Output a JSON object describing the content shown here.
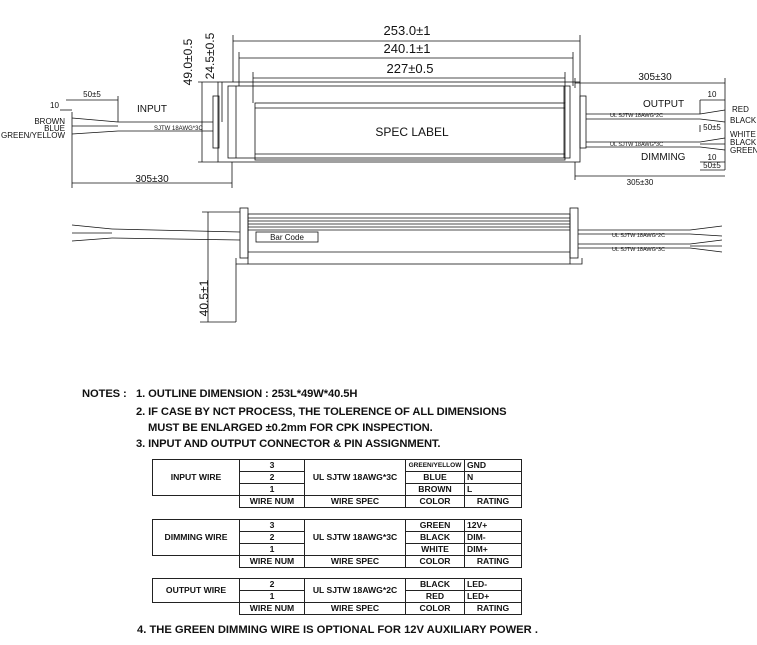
{
  "dimensions": {
    "total_length": "253.0±1",
    "mid_length": "240.1±1",
    "label_length": "227±0.5",
    "width": "49.0±0.5",
    "half_width": "24.5±0.5",
    "height": "40.5±1",
    "input_lead": "305±30",
    "output_lead_top": "305±30",
    "output_lead_bottom": "305±30",
    "strip_in": "50±5",
    "tip_in": "10",
    "strip_out": "50±5",
    "tip_out": "10",
    "strip_dim": "50±5",
    "tip_dim": "10"
  },
  "labels": {
    "input": "INPUT",
    "output": "OUTPUT",
    "dimming": "DIMMING",
    "spec_label": "SPEC LABEL",
    "bar_code": "Bar Code",
    "cable_in": "SJTW 18AWG*3C",
    "cable_out": "UL SJTW 18AWG*2C",
    "cable_dim": "UL SJTW 18AWG*3C",
    "cable_side_1": "UL SJTW 18AWG*2C",
    "cable_side_2": "UL SJTW 18AWG*3C"
  },
  "wires_left": [
    "BROWN",
    "BLUE",
    "GREEN/YELLOW"
  ],
  "wires_right_output": [
    "RED",
    "BLACK"
  ],
  "wires_right_dim": [
    "WHITE",
    "BLACK",
    "GREEN"
  ],
  "notes": {
    "heading": "NOTES :",
    "n1": "1. OUTLINE DIMENSION : 253L*49W*40.5H",
    "n2a": "2. IF CASE BY NCT PROCESS, THE TOLERENCE OF ALL DIMENSIONS",
    "n2b": "MUST BE ENLARGED  ±0.2mm FOR CPK INSPECTION.",
    "n3": "3. INPUT AND OUTPUT CONNECTOR & PIN ASSIGNMENT.",
    "n4": "4. THE GREEN DIMMING WIRE IS OPTIONAL FOR 12V AUXILIARY POWER ."
  },
  "tables": {
    "input": {
      "name": "INPUT WIRE",
      "spec": "UL SJTW 18AWG*3C",
      "rows": [
        {
          "num": "3",
          "color": "GREEN/YELLOW",
          "rating": "GND"
        },
        {
          "num": "2",
          "color": "BLUE",
          "rating": "N"
        },
        {
          "num": "1",
          "color": "BROWN",
          "rating": "L"
        }
      ]
    },
    "dimming": {
      "name": "DIMMING WIRE",
      "spec": "UL SJTW 18AWG*3C",
      "rows": [
        {
          "num": "3",
          "color": "GREEN",
          "rating": "12V+"
        },
        {
          "num": "2",
          "color": "BLACK",
          "rating": "DIM-"
        },
        {
          "num": "1",
          "color": "WHITE",
          "rating": "DIM+"
        }
      ]
    },
    "output": {
      "name": "OUTPUT WIRE",
      "spec": "UL SJTW 18AWG*2C",
      "rows": [
        {
          "num": "2",
          "color": "BLACK",
          "rating": "LED-"
        },
        {
          "num": "1",
          "color": "RED",
          "rating": "LED+"
        }
      ]
    },
    "headers": {
      "wire_num": "WIRE NUM",
      "wire_spec": "WIRE SPEC",
      "color": "COLOR",
      "rating": "RATING"
    }
  }
}
